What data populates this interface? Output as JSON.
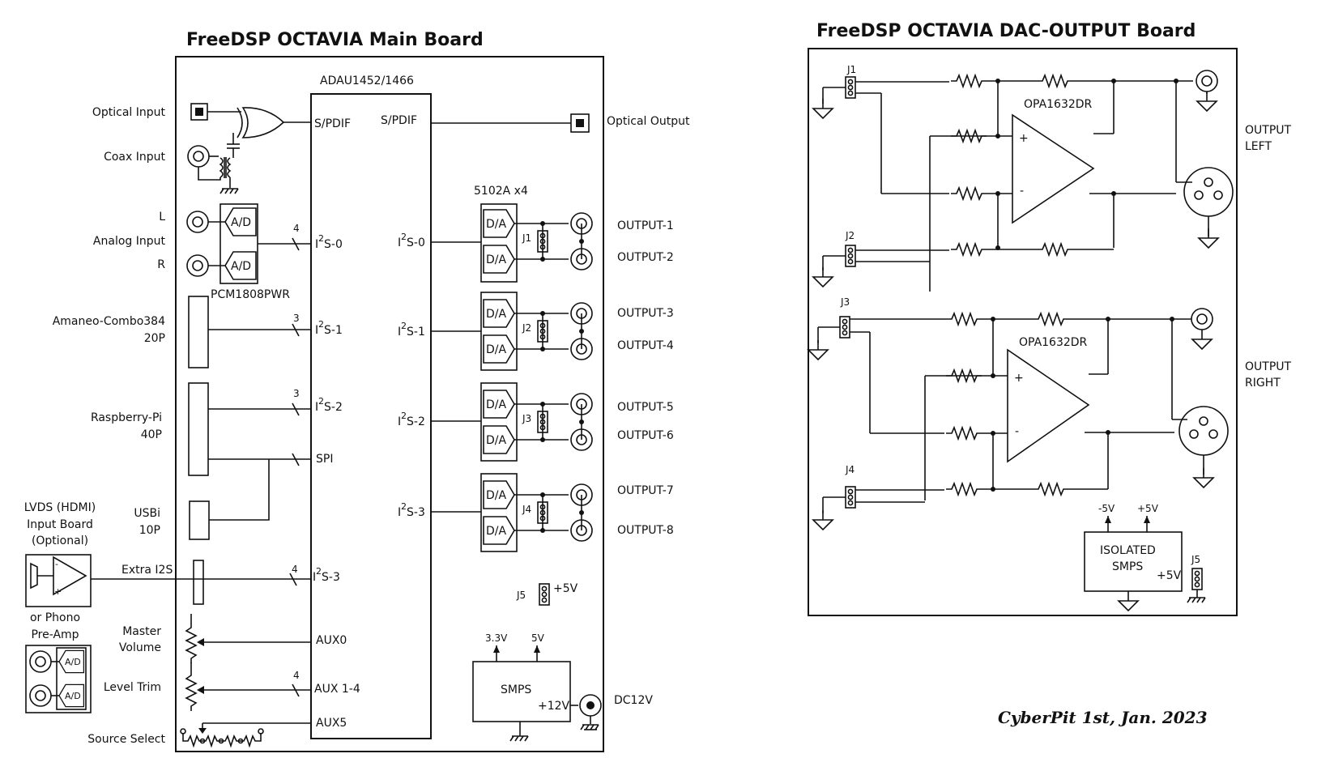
{
  "main": {
    "title": "FreeDSP OCTAVIA Main Board",
    "dsp": "ADAU1452/1466",
    "spdif_in": "S/PDIF",
    "spdif_out": "S/PDIF",
    "optical_in": "Optical Input",
    "coax_in": "Coax Input",
    "optical_out": "Optical Output",
    "analog_l": "L",
    "analog_label": "Analog Input",
    "analog_r": "R",
    "adc": "A/D",
    "adc_chip": "PCM1808PWR",
    "amaneo_1": "Amaneo-Combo384",
    "amaneo_2": "20P",
    "rpi_1": "Raspberry-Pi",
    "rpi_2": "40P",
    "usbi_1": "USBi",
    "usbi_2": "10P",
    "lvds_1": "LVDS (HDMI)",
    "lvds_2": "Input Board",
    "lvds_3": "(Optional)",
    "extra_i2s": "Extra I2S",
    "phono_1": "or Phono",
    "phono_2": "Pre-Amp",
    "master_1": "Master",
    "master_2": "Volume",
    "level_trim": "Level Trim",
    "source_select": "Source Select",
    "i2s_in": [
      "S-0",
      "S-1",
      "S-2",
      "S-3"
    ],
    "spi": "SPI",
    "i2s_out": [
      "S-0",
      "S-1",
      "S-2",
      "S-3"
    ],
    "i2s_prefix": "I",
    "i2s_sup": "2",
    "bus_4a": "4",
    "bus_3a": "3",
    "bus_3b": "3",
    "bus_4b": "4",
    "bus_4c": "4",
    "aux0": "AUX0",
    "aux14": "AUX 1-4",
    "aux5": "AUX5",
    "dac_chip": "5102A x4",
    "dac": "D/A",
    "jumpers": [
      "J1",
      "J2",
      "J3",
      "J4"
    ],
    "outputs": [
      "OUTPUT-1",
      "OUTPUT-2",
      "OUTPUT-3",
      "OUTPUT-4",
      "OUTPUT-5",
      "OUTPUT-6",
      "OUTPUT-7",
      "OUTPUT-8"
    ],
    "j5": "J5",
    "j5_v": "+5V",
    "smps": "SMPS",
    "v33": "3.3V",
    "v5": "5V",
    "v12": "+12V",
    "dc12": "DC12V"
  },
  "dac_board": {
    "title": "FreeDSP OCTAVIA DAC-OUTPUT Board",
    "j1": "J1",
    "j2": "J2",
    "j3": "J3",
    "j4": "J4",
    "opamp_l": "OPA1632DR",
    "opamp_r": "OPA1632DR",
    "plus": "+",
    "minus": "-",
    "out_left_1": "OUTPUT",
    "out_left_2": "LEFT",
    "out_right_1": "OUTPUT",
    "out_right_2": "RIGHT",
    "m5v": "-5V",
    "p5v": "+5V",
    "iso_1": "ISOLATED",
    "iso_2": "SMPS",
    "iso_out": "+5V",
    "j5": "J5"
  },
  "signature": "CyberPit 1st, Jan. 2023"
}
